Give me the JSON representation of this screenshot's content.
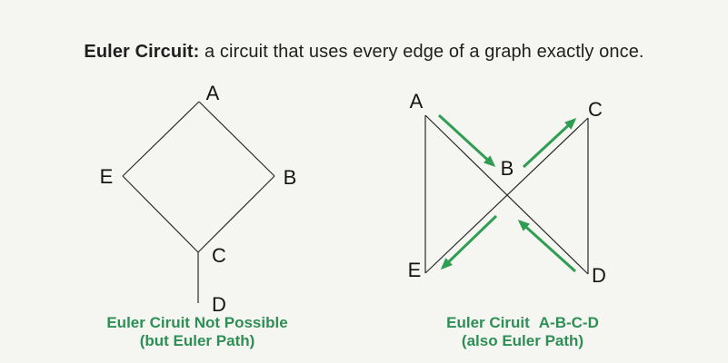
{
  "colors": {
    "background": "#f5f5f2",
    "title_text": "#1f1f1f",
    "edge_black": "#2a2a2a",
    "caption_green": "#2e8f55",
    "arrow_green": "#2f9e53"
  },
  "title": {
    "lead": "Euler Circuit:",
    "rest": " a circuit that uses every edge of a graph exactly once."
  },
  "left_graph": {
    "description": "diamond graph with pendant vertex D",
    "vertices": [
      {
        "label": "A"
      },
      {
        "label": "E"
      },
      {
        "label": "B"
      },
      {
        "label": "C"
      },
      {
        "label": "D"
      }
    ],
    "edges": [
      "A-E",
      "A-B",
      "E-C",
      "B-C",
      "C-D"
    ],
    "caption_line1": "Euler Ciruit Not Possible",
    "caption_line2": "(but Euler Path)"
  },
  "right_graph": {
    "description": "bowtie graph with directed green arrows through center vertex B",
    "vertices": [
      {
        "label": "A"
      },
      {
        "label": "C"
      },
      {
        "label": "B"
      },
      {
        "label": "E"
      },
      {
        "label": "D"
      }
    ],
    "edges": [
      "A-E",
      "C-D",
      "A-B-D",
      "E-B-C"
    ],
    "arrows": [
      "A-to-B",
      "B-to-C",
      "B-to-E",
      "D-to-B"
    ],
    "caption_title": "Euler Ciruit",
    "caption_circuit": "A-B-C-D",
    "caption_line2": "(also Euler Path)"
  }
}
